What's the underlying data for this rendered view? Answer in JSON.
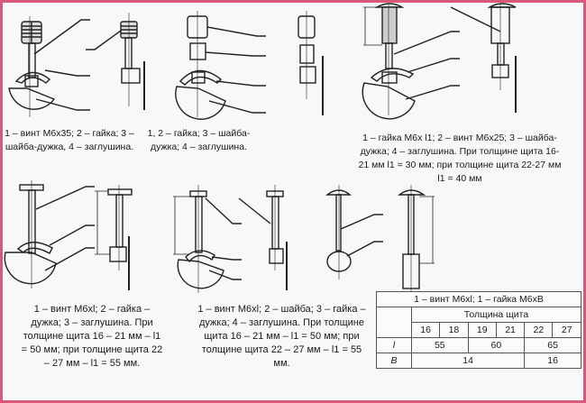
{
  "captions": {
    "fig1": "1 – винт М6х35; 2 – гайка; 3 – шайба-дужка, 4 – заглушина.",
    "fig2": "1, 2 – гайка; 3 – шайба-дужка; 4 – заглушина.",
    "fig3": "1 – гайка М6х l1; 2 – винт М6х25; 3 – шайба-дужка; 4 – заглушина. При толщине щита 16-21 мм l1 = 30 мм; при толщине щита 22-27 мм l1 = 40 мм",
    "fig4": "1 – винт М6хl; 2 – гайка – дужка; 3 – заглушина. При толщине щита 16 – 21 мм – l1 = 50 мм; при толщине щита 22 – 27 мм – l1 = 55 мм.",
    "fig5": "1 – винт М6хl; 2 – шайба; 3 – гайка – дужка; 4 – заглушина. При толщине щита 16 – 21 мм – l1 = 50 мм; при толщине щита 22 – 27 мм – l1 = 55 мм."
  },
  "table": {
    "title": "1 – винт М6хl; 1 – гайка М6хВ",
    "group_header": "Толщина щита",
    "thickness": [
      "16",
      "18",
      "19",
      "21",
      "22",
      "27"
    ],
    "rows": [
      {
        "label": "l",
        "values": [
          "55",
          "60",
          "65"
        ]
      },
      {
        "label": "B",
        "values": [
          "14",
          "16"
        ]
      }
    ]
  }
}
